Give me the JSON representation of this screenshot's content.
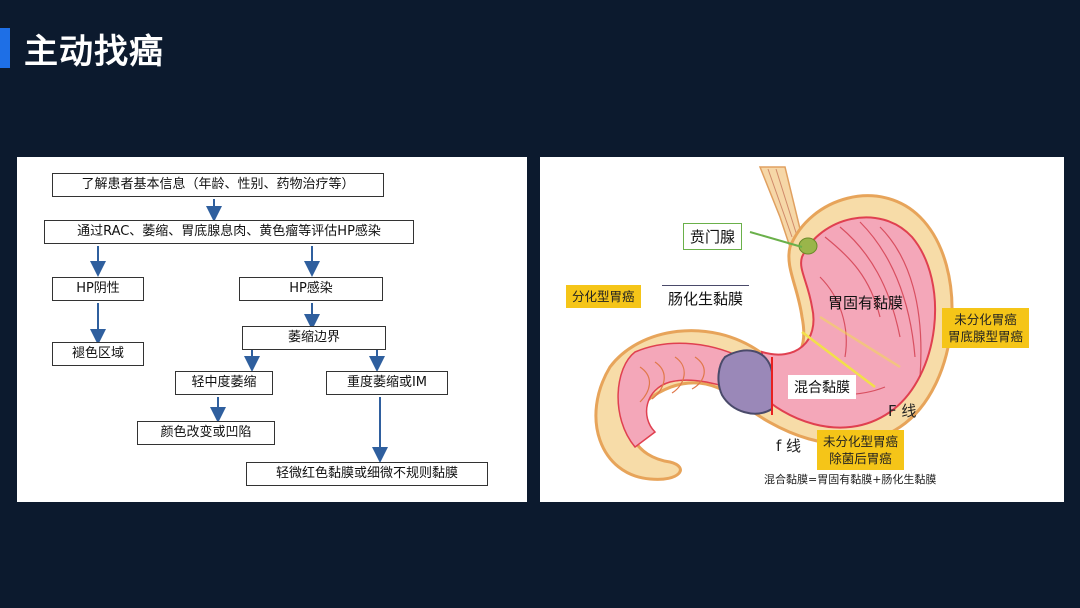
{
  "slide": {
    "title": "主动找癌"
  },
  "flowchart": {
    "node1": "了解患者基本信息（年龄、性别、药物治疗等）",
    "node2": "通过RAC、萎缩、胃底腺息肉、黄色瘤等评估HP感染",
    "hp_negative": "HP阴性",
    "hp_infected": "HP感染",
    "faded_area": "褪色区域",
    "atrophy_border": "萎缩边界",
    "mild_atrophy": "轻中度萎缩",
    "severe_atrophy": "重度萎缩或IM",
    "color_change": "颜色改变或凹陷",
    "subtle_mucosa": "轻微红色黏膜或细微不规则黏膜"
  },
  "stomach": {
    "cardia_gland": "贲门腺",
    "intestinal_metaplasia": "肠化生黏膜",
    "differentiated_cancer": "分化型胃癌",
    "fundic_mucosa": "胃固有黏膜",
    "undiff_label_1": "未分化胃癌",
    "undiff_label_2": "胃底腺型胃癌",
    "mixed_mucosa": "混合黏膜",
    "F_line": "F 线",
    "f_line": "f 线",
    "post_erad_1": "未分化型胃癌",
    "post_erad_2": "除菌后胃癌",
    "caption": "混合黏膜=胃固有黏膜+肠化生黏膜"
  },
  "colors": {
    "accent": "#1e6fe6",
    "background": "#0c1a2e",
    "highlight": "#f5c518",
    "arrow": "#2f5f9e"
  }
}
